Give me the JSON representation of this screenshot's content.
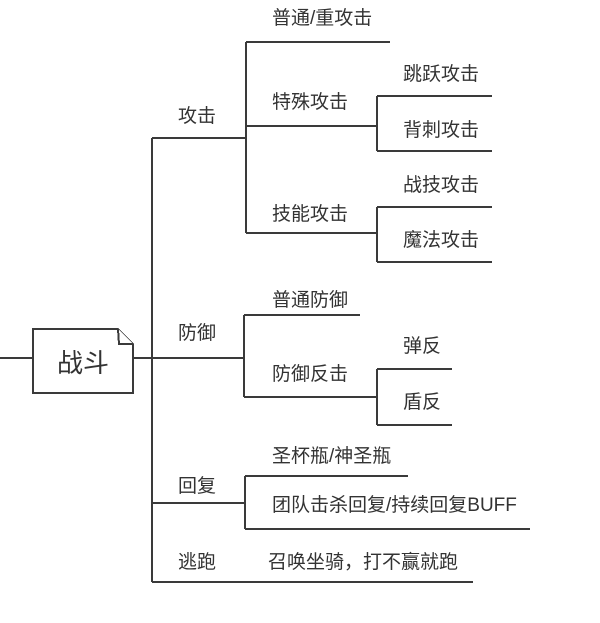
{
  "root": {
    "label": "战斗"
  },
  "branches": [
    {
      "label": "攻击",
      "children": [
        {
          "label": "普通/重攻击"
        },
        {
          "label": "特殊攻击",
          "children": [
            {
              "label": "跳跃攻击"
            },
            {
              "label": "背刺攻击"
            }
          ]
        },
        {
          "label": "技能攻击",
          "children": [
            {
              "label": "战技攻击"
            },
            {
              "label": "魔法攻击"
            }
          ]
        }
      ]
    },
    {
      "label": "防御",
      "children": [
        {
          "label": "普通防御"
        },
        {
          "label": "防御反击",
          "children": [
            {
              "label": "弹反"
            },
            {
              "label": "盾反"
            }
          ]
        }
      ]
    },
    {
      "label": "回复",
      "children": [
        {
          "label": "圣杯瓶/神圣瓶"
        },
        {
          "label": "团队击杀回复/持续回复BUFF"
        }
      ]
    },
    {
      "label": "逃跑",
      "children": [
        {
          "label": "召唤坐骑，打不赢就跑"
        }
      ]
    }
  ],
  "colors": {
    "line": "#3a3a3a",
    "text": "#333333",
    "background": "#ffffff"
  }
}
